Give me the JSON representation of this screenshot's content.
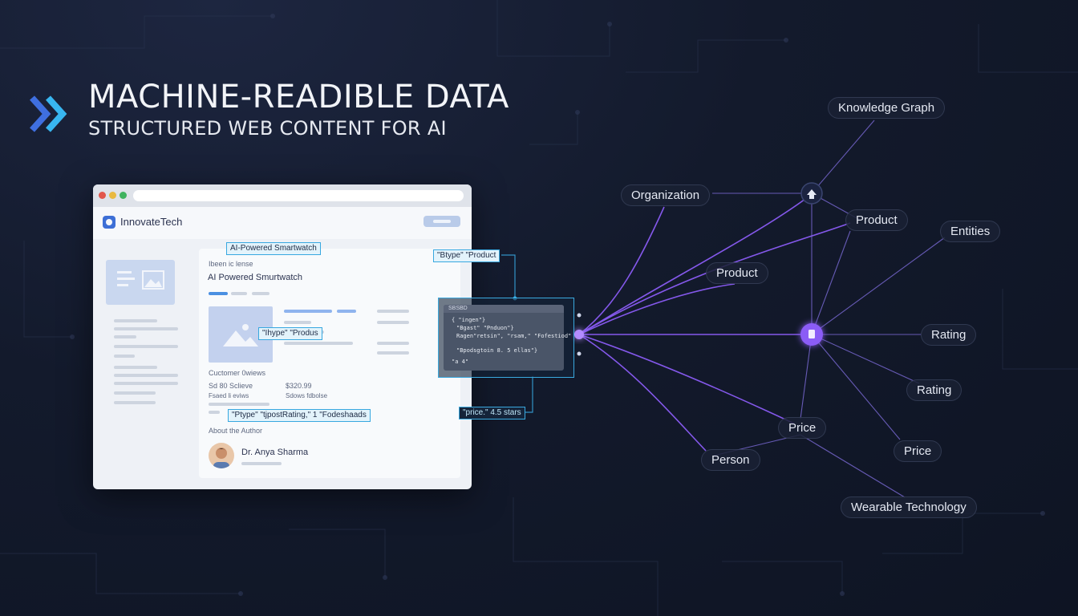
{
  "header": {
    "title": "MACHINE-READIBLE DATA",
    "subtitle": "STRUCTURED WEB CONTENT FOR AI"
  },
  "webpage": {
    "site_name": "InnovateTech",
    "breadcrumb": "Ibeen ic lense",
    "product_title": "AI Powered Smurtwatch",
    "reviews_label": "Cuctomer 0wiews",
    "review_note": "Sd 80 Sclieve",
    "review_sub": "Fsaed li eviws",
    "price_value": "$320.99",
    "price_sub": "Sdows fdbolse",
    "author_heading": "About the Author",
    "author_name": "Dr. Anya Sharma"
  },
  "markup_tags": {
    "title_tag": "AI-Powered Smartwatch",
    "type_tag": "\"Btype\" \"Product",
    "product_tag": "\"Ihype\" \"Produs",
    "rating_tag": "\"Ptype\" \"tjpostRating,\" 1 \"Fodeshaads",
    "price_tag": "\"price.\" 4.5 stars"
  },
  "code": {
    "header": "SBSBD",
    "lines": [
      "{ \"ingen\"}",
      "\"Bgast\" \"Pnduon\"}",
      "Ragen\"retsin\", \"rsam,\" \"Fofestiod\"",
      "\"Bpodsgtoin 8. 5 ellas\"}",
      "\"a 4\""
    ]
  },
  "graph": {
    "nodes": [
      {
        "label": "Knowledge Graph"
      },
      {
        "label": "Organization"
      },
      {
        "label": "Product"
      },
      {
        "label": "Entities"
      },
      {
        "label": "Product"
      },
      {
        "label": "Rating"
      },
      {
        "label": "Rating"
      },
      {
        "label": "Price"
      },
      {
        "label": "Price"
      },
      {
        "label": "Person"
      },
      {
        "label": "Wearable Technology"
      }
    ],
    "hub_icons": [
      "home-icon",
      "document-icon"
    ]
  },
  "colors": {
    "background": "#131a2c",
    "accent_purple": "#8b5cf6",
    "accent_cyan": "#38a8e0",
    "logo_blue": "#3f6fe0"
  }
}
